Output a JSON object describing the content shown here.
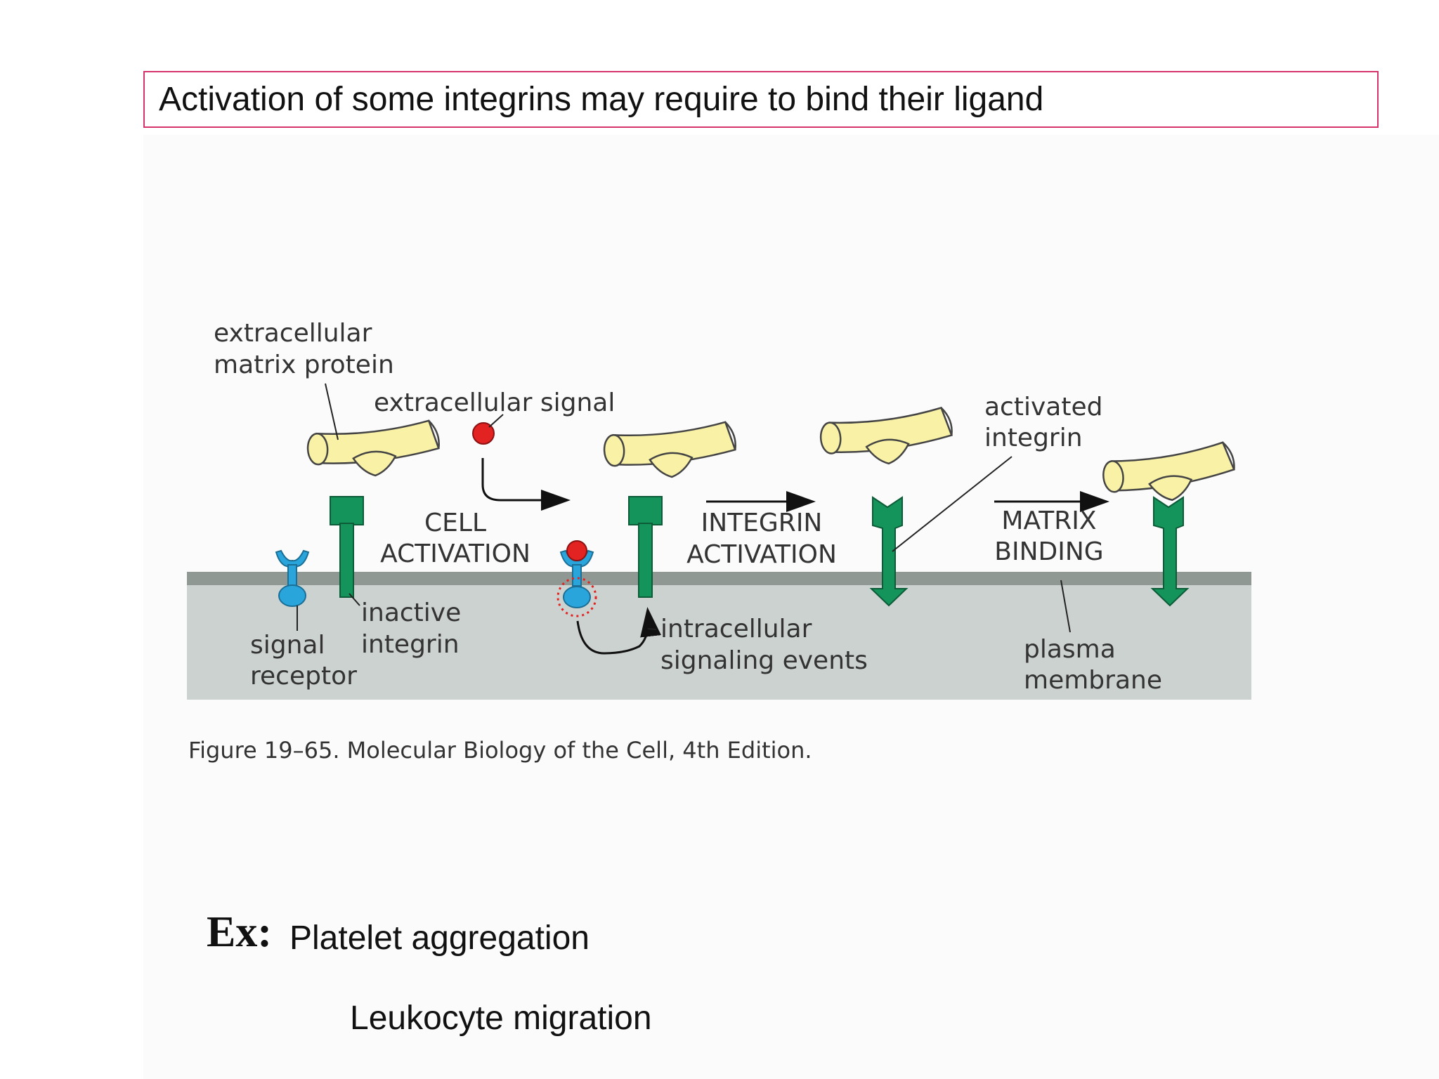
{
  "title": "Activation of some integrins may require to bind their ligand",
  "diagram": {
    "labels": {
      "ecm_protein_line1": "extracellular",
      "ecm_protein_line2": "matrix protein",
      "extracellular_signal": "extracellular signal",
      "activated_integrin_line1": "activated",
      "activated_integrin_line2": "integrin",
      "cell_activation_line1": "CELL",
      "cell_activation_line2": "ACTIVATION",
      "integrin_activation_line1": "INTEGRIN",
      "integrin_activation_line2": "ACTIVATION",
      "matrix_binding_line1": "MATRIX",
      "matrix_binding_line2": "BINDING",
      "inactive_integrin_line1": "inactive",
      "inactive_integrin_line2": "integrin",
      "signal_receptor_line1": "signal",
      "signal_receptor_line2": "receptor",
      "intracellular_line1": "intracellular",
      "intracellular_line2": "signaling events",
      "plasma_membrane_line1": "plasma",
      "plasma_membrane_line2": "membrane"
    },
    "caption": "Figure 19–65. Molecular Biology of the Cell, 4th Edition.",
    "colors": {
      "integrin": "#14935a",
      "receptor": "#2aa5dc",
      "signal": "#e32222",
      "matrix_protein": "#f8f1a6",
      "membrane_band": "#8f9892",
      "cytoplasm": "#ccd2cf"
    }
  },
  "examples": {
    "prefix": "Ex:",
    "items": [
      "Platelet aggregation",
      "Leukocyte migration"
    ]
  }
}
